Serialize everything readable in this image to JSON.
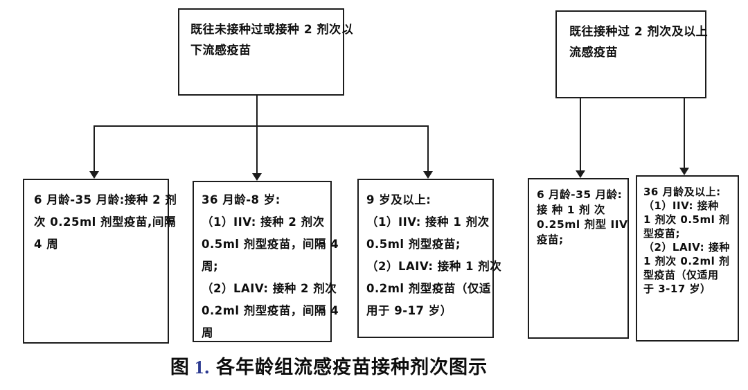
{
  "colors": {
    "line": "#1c1c1c",
    "text": "#0d0d0d",
    "caption_number": "#2b3990",
    "background": "#ffffff"
  },
  "caption": {
    "prefix": "图",
    "number": "1.",
    "rest": "各年龄组流感疫苗接种剂次图示"
  },
  "boxes": {
    "top_left": {
      "lines": [
        "既往未接种过或接种 2 剂次以",
        "下流感疫苗"
      ]
    },
    "top_right": {
      "lines": [
        "既往接种过 2 剂次及以上",
        "流感疫苗"
      ]
    },
    "first_6_35m": {
      "lines": [
        "6 月龄-35 月龄:接种 2 剂",
        "次 0.25ml 剂型疫苗,间隔",
        "4 周"
      ]
    },
    "first_36m_8y": {
      "lines": [
        "36 月龄-8 岁:",
        "（1）IIV: 接种 2 剂次",
        "0.5ml 剂型疫苗，间隔 4",
        "周;",
        "（2）LAIV: 接种 2 剂次",
        "0.2ml 剂型疫苗，间隔 4",
        "周"
      ]
    },
    "first_9y_up": {
      "lines": [
        "9 岁及以上:",
        "（1）IIV: 接种 1 剂次",
        "0.5ml 剂型疫苗;",
        "（2）LAIV: 接种 1 剂次",
        "0.2ml 剂型疫苗（仅适",
        "用于 9-17 岁）"
      ]
    },
    "prior_6_35m": {
      "lines": [
        "6 月龄-35 月龄:",
        "接 种 1 剂 次",
        "0.25ml 剂型 IIV",
        "疫苗;"
      ]
    },
    "prior_36m_up": {
      "lines": [
        "36 月龄及以上:",
        "（1）IIV: 接种",
        "1 剂次 0.5ml 剂",
        "型疫苗;",
        "（2）LAIV: 接种",
        "1 剂次 0.2ml 剂",
        "型疫苗（仅适用",
        "于 3-17 岁）"
      ]
    }
  }
}
